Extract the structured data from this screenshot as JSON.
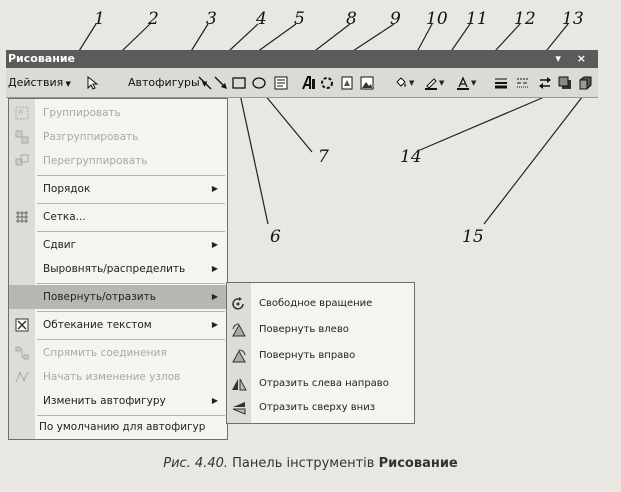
{
  "toolbar": {
    "title": "Рисование",
    "actions_label": "Действия",
    "autoshapes_label": "Автофигуры",
    "window_buttons": "▾ ×"
  },
  "icons": {
    "select_objects": "select-arrow-icon",
    "line": "line-icon",
    "arrow": "arrow-icon",
    "rectangle": "rectangle-icon",
    "oval": "oval-icon",
    "text_box": "textbox-icon",
    "wordart": "wordart-icon",
    "diagram": "diagram-icon",
    "clipart": "clipart-icon",
    "picture": "picture-icon",
    "fill_color": "fill-color-icon",
    "line_color": "line-color-icon",
    "font_color": "font-color-icon",
    "line_style": "line-style-icon",
    "dash_style": "dash-style-icon",
    "arrow_style": "arrow-style-icon",
    "shadow": "shadow-icon",
    "3d": "3d-icon"
  },
  "callouts": [
    "1",
    "2",
    "3",
    "4",
    "5",
    "6",
    "7",
    "8",
    "9",
    "10",
    "11",
    "12",
    "13",
    "14",
    "15"
  ],
  "menu": {
    "items": [
      {
        "label": "Группировать",
        "disabled": true
      },
      {
        "label": "Разгруппировать",
        "disabled": true
      },
      {
        "label": "Перегруппировать",
        "disabled": true
      },
      {
        "label": "Порядок",
        "disabled": false
      },
      {
        "label": "Сетка...",
        "disabled": false
      },
      {
        "label": "Сдвиг",
        "disabled": false
      },
      {
        "label": "Выровнять/распределить",
        "disabled": false
      },
      {
        "label": "Повернуть/отразить",
        "disabled": false
      },
      {
        "label": "Обтекание текстом",
        "disabled": false
      },
      {
        "label": "Спрямить соединения",
        "disabled": true
      },
      {
        "label": "Начать изменение узлов",
        "disabled": true
      },
      {
        "label": "Изменить автофигуру",
        "disabled": false
      },
      {
        "label": "По умолчанию для автофигур",
        "disabled": false
      }
    ]
  },
  "submenu": {
    "items": [
      {
        "label": "Свободное вращение"
      },
      {
        "label": "Повернуть влево"
      },
      {
        "label": "Повернуть вправо"
      },
      {
        "label": "Отразить слева направо"
      },
      {
        "label": "Отразить сверху вниз"
      }
    ]
  },
  "caption": {
    "prefix": "Рис. 4.40.",
    "text": " Панель інструментів ",
    "bold": "Рисование"
  }
}
